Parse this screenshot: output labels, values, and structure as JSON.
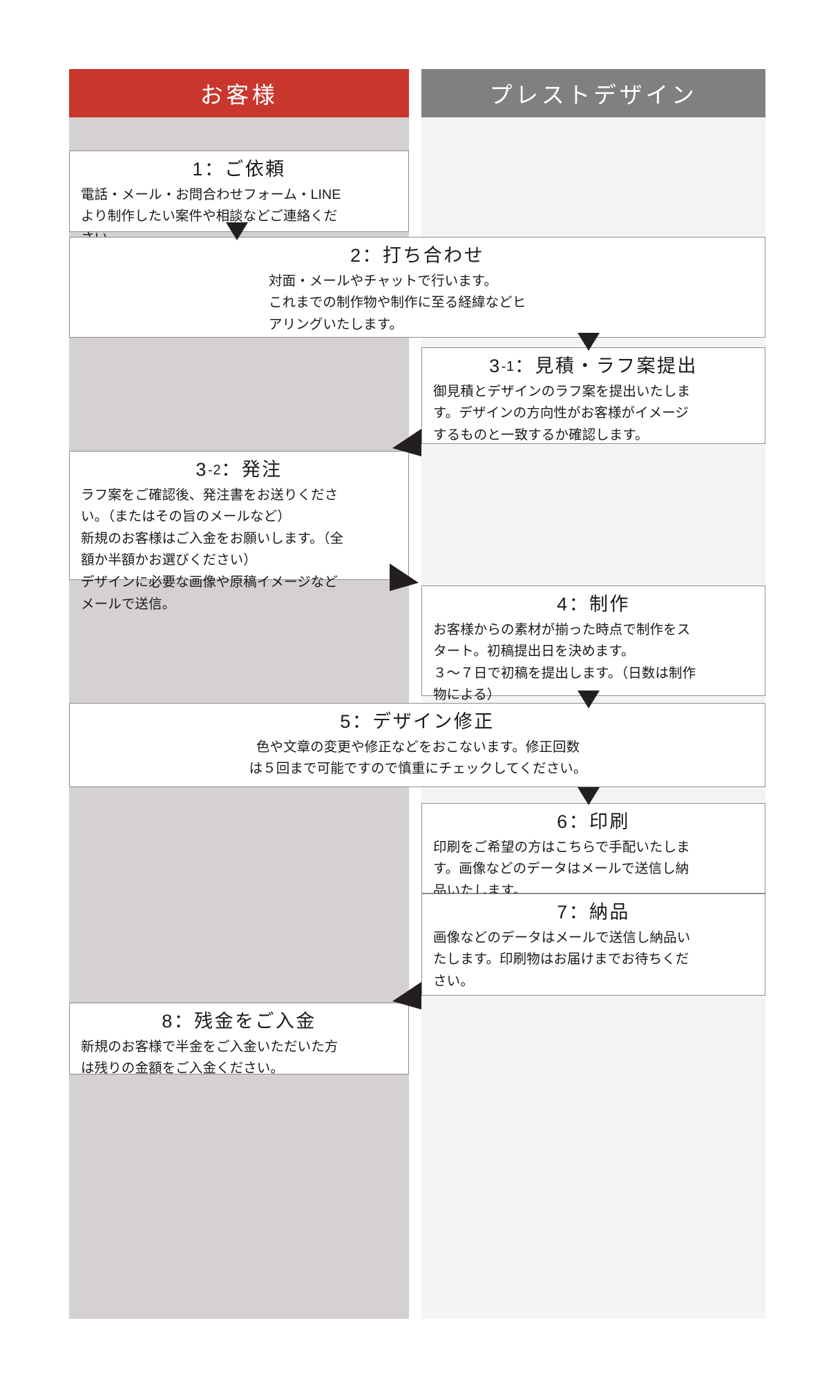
{
  "lanes": [
    {
      "id": "customer",
      "title": "お客様",
      "header_color": "#C9372C",
      "body_color": "#D4D0D4"
    },
    {
      "id": "presto",
      "title": "プレストデザイン",
      "header_color": "#808080",
      "body_color": "#F4F4F4"
    }
  ],
  "steps": [
    {
      "id": "1",
      "lane": "customer",
      "number": "1",
      "title": "1：ご依頼",
      "body": "電話・メール・お問合わせフォーム・LINE\nより制作したい案件や相談などご連絡くだ\nさい。",
      "body_align": "left"
    },
    {
      "id": "2",
      "lane": "both",
      "number": "2",
      "title": "2：打ち合わせ",
      "body": "対面・メールやチャットで行います。\nこれまでの制作物や制作に至る経緯などヒ\nアリングいたします。",
      "body_align": "left"
    },
    {
      "id": "3-1",
      "lane": "presto",
      "number": "3-1",
      "title_pre": "3",
      "title_sub": "-1",
      "title_post": "：見積・ラフ案提出",
      "title": "3-1：見積・ラフ案提出",
      "body": "御見積とデザインのラフ案を提出いたしま\nす。デザインの方向性がお客様がイメージ\nするものと一致するか確認します。",
      "body_align": "left"
    },
    {
      "id": "3-2",
      "lane": "customer",
      "number": "3-2",
      "title_pre": "3",
      "title_sub": "-2",
      "title_post": "：発注",
      "title": "3-2：発注",
      "body": "ラフ案をご確認後、発注書をお送りくださ\nい。（またはその旨のメールなど）\n新規のお客様はご入金をお願いします。（全\n額か半額かお選びください）\nデザインに必要な画像や原稿イメージなど\nメールで送信。",
      "body_align": "left"
    },
    {
      "id": "4",
      "lane": "presto",
      "number": "4",
      "title": "4：制作",
      "body": "お客様からの素材が揃った時点で制作をス\nタート。初稿提出日を決めます。\n３〜７日で初稿を提出します。（日数は制作\n物による）",
      "body_align": "left"
    },
    {
      "id": "5",
      "lane": "both",
      "number": "5",
      "title": "5：デザイン修正",
      "body": "色や文章の変更や修正などをおこないます。修正回数\nは５回まで可能ですので慎重にチェックしてください。",
      "body_align": "center"
    },
    {
      "id": "6",
      "lane": "presto",
      "number": "6",
      "title": "6：印刷",
      "body": "印刷をご希望の方はこちらで手配いたしま\nす。画像などのデータはメールで送信し納\n品いたします。",
      "body_align": "left"
    },
    {
      "id": "7",
      "lane": "presto",
      "number": "7",
      "title": "7：納品",
      "body": "画像などのデータはメールで送信し納品い\nたします。印刷物はお届けまでお待ちくだ\nさい。",
      "body_align": "left"
    },
    {
      "id": "8",
      "lane": "customer",
      "number": "8",
      "title": "8：残金をご入金",
      "body": "新規のお客様で半金をご入金いただいた方\nは残りの金額をご入金ください。",
      "body_align": "left"
    }
  ],
  "connectors": [
    {
      "id": "c1",
      "from": "1",
      "to": "2",
      "kind": "down"
    },
    {
      "id": "c2",
      "from": "2",
      "to": "3-1",
      "kind": "down"
    },
    {
      "id": "c3",
      "from": "3-1",
      "to": "3-2",
      "kind": "diagonal-left"
    },
    {
      "id": "c4",
      "from": "3-2",
      "to": "4",
      "kind": "diagonal-right"
    },
    {
      "id": "c5",
      "from": "4",
      "to": "5",
      "kind": "down"
    },
    {
      "id": "c6",
      "from": "5",
      "to": "6",
      "kind": "down"
    },
    {
      "id": "c7",
      "from": "7",
      "to": "8",
      "kind": "diagonal-left"
    }
  ],
  "colors": {
    "accent_red": "#C9372C",
    "accent_gray": "#808080",
    "lane_left_bg": "#D4D0D4",
    "lane_right_bg": "#F4F4F4",
    "box_border": "#8d8d8d",
    "arrow": "#231f20"
  }
}
